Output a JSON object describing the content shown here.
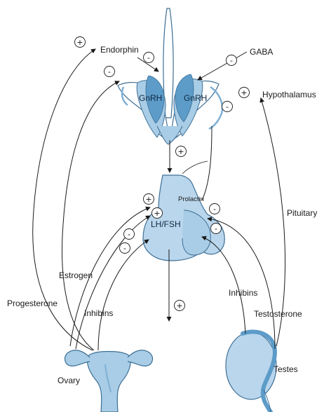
{
  "labels": {
    "endorphin": "Endorphin",
    "gaba": "GABA",
    "hypothalamus": "Hypothalamus",
    "gnrh_left": "GnRH",
    "gnrh_right": "GnRH",
    "prolactin": "Prolactin",
    "lh_fsh": "LH/FSH",
    "pituitary": "Pituitary",
    "estrogen": "Estrogen",
    "progesterone": "Progesterone",
    "inhibins_left": "Inhibins",
    "inhibins_right": "Inhibins",
    "testosterone": "Testosterone",
    "ovary": "Ovary",
    "testes": "Testes"
  },
  "signs": {
    "plus": "+",
    "minus": "-"
  },
  "colors": {
    "organ_fill": "#a9cde6",
    "organ_dark": "#5d9cc9",
    "pituitary_fill": "#b9d6ec",
    "outline": "#3d6f96",
    "line": "#1a1a1a"
  }
}
